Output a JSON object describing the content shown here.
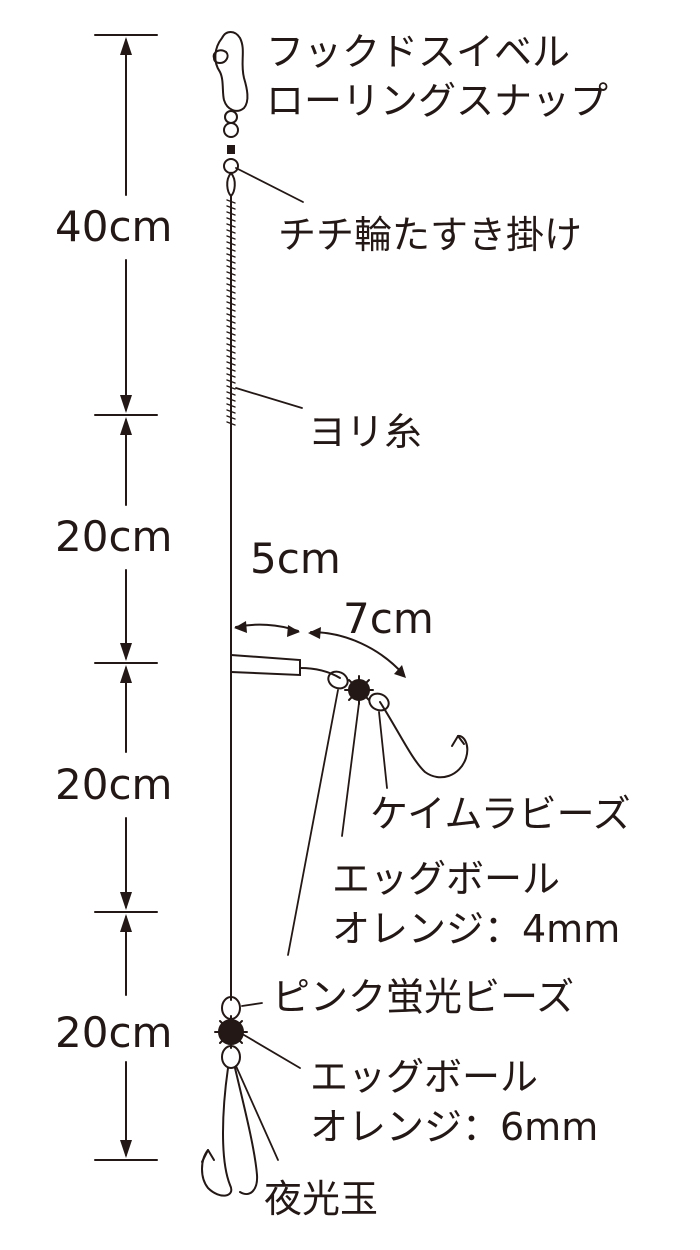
{
  "dimensions": {
    "seg1": "40cm",
    "seg2": "20cm",
    "seg3": "20cm",
    "seg4": "20cm",
    "branch_offset": "5cm",
    "branch_length": "7cm"
  },
  "labels": {
    "swivel_line1": "フックドスイベル",
    "swivel_line2": "ローリングスナップ",
    "chichi_wa": "チチ輪たすき掛け",
    "yori_ito": "ヨリ糸",
    "keimura_beads": "ケイムラビーズ",
    "egg_ball_small_line1": "エッグボール",
    "egg_ball_small_line2": "オレンジ：4mm",
    "pink_beads": "ピンク蛍光ビーズ",
    "egg_ball_large_line1": "エッグボール",
    "egg_ball_large_line2": "オレンジ：6mm",
    "yakou_dama": "夜光玉"
  },
  "colors": {
    "ink": "#231815",
    "background": "#ffffff"
  }
}
